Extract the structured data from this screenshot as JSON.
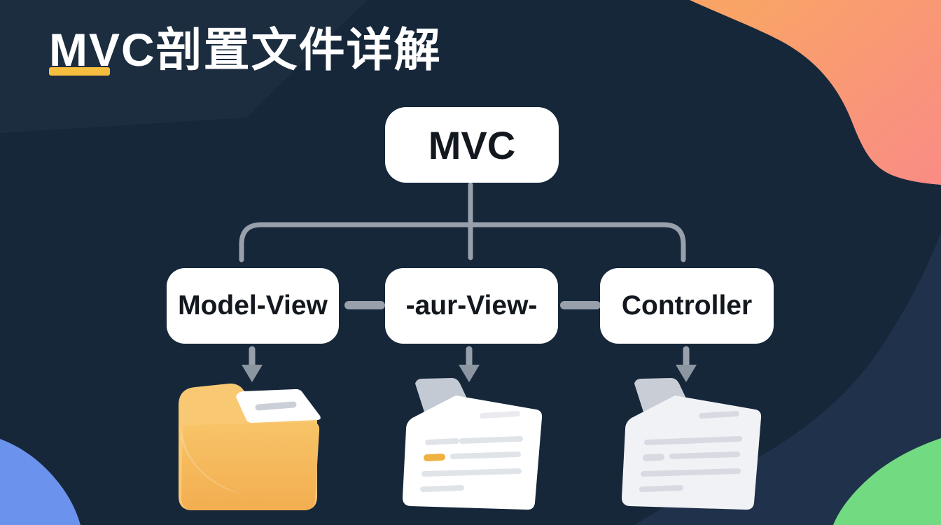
{
  "title": "MVC剖置文件详解",
  "diagram": {
    "root": {
      "label": "MVC"
    },
    "children": [
      {
        "label": "Model-View",
        "icon": "folder-icon"
      },
      {
        "label": "-aur-View-",
        "icon": "document-icon"
      },
      {
        "label": "Controller",
        "icon": "document-icon"
      }
    ]
  },
  "colors": {
    "background": "#16273A",
    "background_wave": "#20324B",
    "blob_coral_start": "#F9A466",
    "blob_coral_end": "#F98D84",
    "blob_green": "#72DB82",
    "blob_blue": "#6B92EC",
    "accent_underline": "#F5BE3E",
    "connector_gray": "#97A0AB",
    "node_background": "#FFFFFF",
    "node_text": "#13181F",
    "folder_yellow": "#F8C466",
    "doc_highlight_yellow": "#F0B143"
  }
}
